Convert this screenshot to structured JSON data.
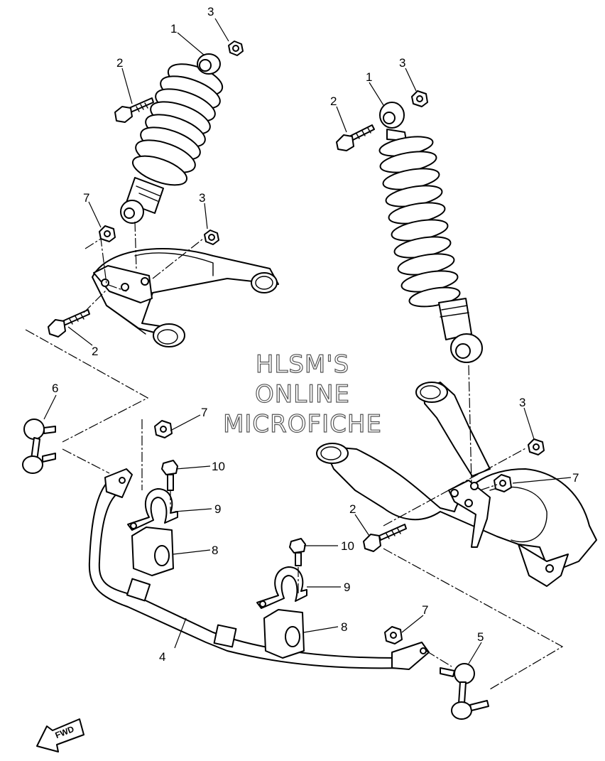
{
  "diagram": {
    "callouts": [
      {
        "id": "c1",
        "text": "1"
      },
      {
        "id": "c2",
        "text": "2"
      },
      {
        "id": "c3",
        "text": "3"
      },
      {
        "id": "c4",
        "text": "4"
      },
      {
        "id": "c5",
        "text": "5"
      },
      {
        "id": "c6",
        "text": "6"
      },
      {
        "id": "c7",
        "text": "7"
      },
      {
        "id": "c8",
        "text": "8"
      },
      {
        "id": "c9",
        "text": "9"
      },
      {
        "id": "c10",
        "text": "10"
      }
    ],
    "watermark": {
      "line1": "HLSM'S",
      "line2": "ONLINE",
      "line3": "MICROFICHE"
    },
    "direction_label": "FWD"
  }
}
